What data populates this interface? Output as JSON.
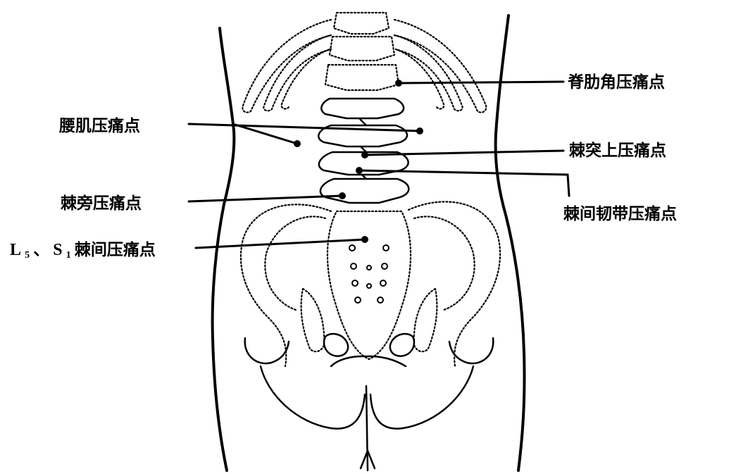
{
  "labels": {
    "costovertebral": "脊肋角压痛点",
    "lumbar_muscle": "腰肌压痛点",
    "spinous_process": "棘突上压痛点",
    "paraspinal": "棘旁压痛点",
    "interspinous_ligament": "棘间韧带压痛点",
    "l5s1_L": "L",
    "l5s1_L_sub": "5",
    "l5s1_sep": "、",
    "l5s1_S": "S",
    "l5s1_S_sub": "1",
    "l5s1_rest": " 棘间压痛点"
  },
  "icons": {
    "figure": "lumbar-back-anatomy-figure"
  }
}
